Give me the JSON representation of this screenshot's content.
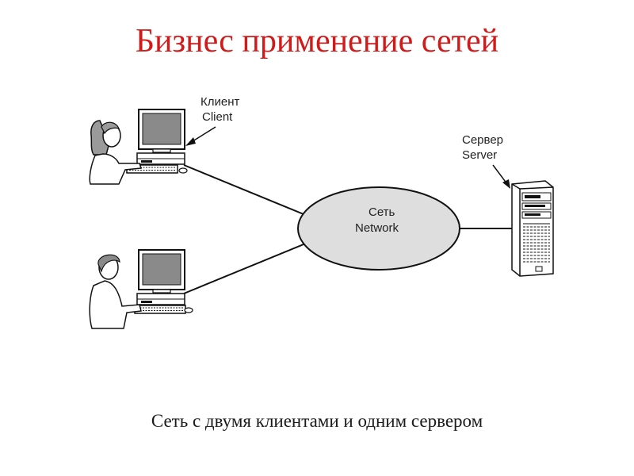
{
  "title": "Бизнес применение сетей",
  "caption": "Сеть с двумя клиентами и одним сервером",
  "labels": {
    "client_ru": "Клиент",
    "client_en": "Client",
    "server_ru": "Сервер",
    "server_en": "Server",
    "network_ru": "Сеть",
    "network_en": "Network"
  },
  "colors": {
    "title": "#d11a1a",
    "network_fill": "#dedede",
    "screen": "#8a8a8a"
  },
  "icons": [
    "woman-user-icon",
    "man-user-icon",
    "desktop-computer-icon",
    "server-tower-icon",
    "network-cloud-icon"
  ]
}
